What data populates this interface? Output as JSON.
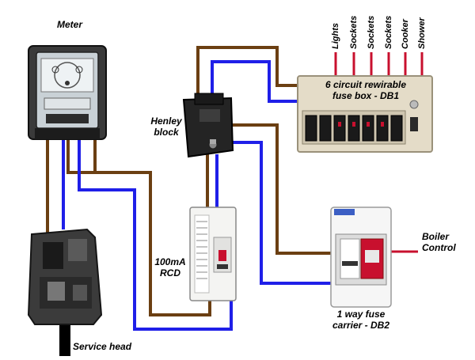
{
  "labels": {
    "meter": "Meter",
    "henley": [
      "Henley",
      "block"
    ],
    "fusebox": [
      "6 circuit rewirable",
      "fuse box - DB1"
    ],
    "rcd": [
      "100mA",
      "RCD"
    ],
    "db2": [
      "1 way fuse",
      "carrier - DB2"
    ],
    "boiler": [
      "Boiler",
      "Control"
    ],
    "service_head": "Service head"
  },
  "circuits": [
    "Lights",
    "Sockets",
    "Sockets",
    "Sockets",
    "Cooker",
    "Shower"
  ],
  "colors": {
    "live": "#6b3f12",
    "neutral": "#1f1fe8",
    "circuit": "#c8102e",
    "earth_cable": "#000000"
  }
}
